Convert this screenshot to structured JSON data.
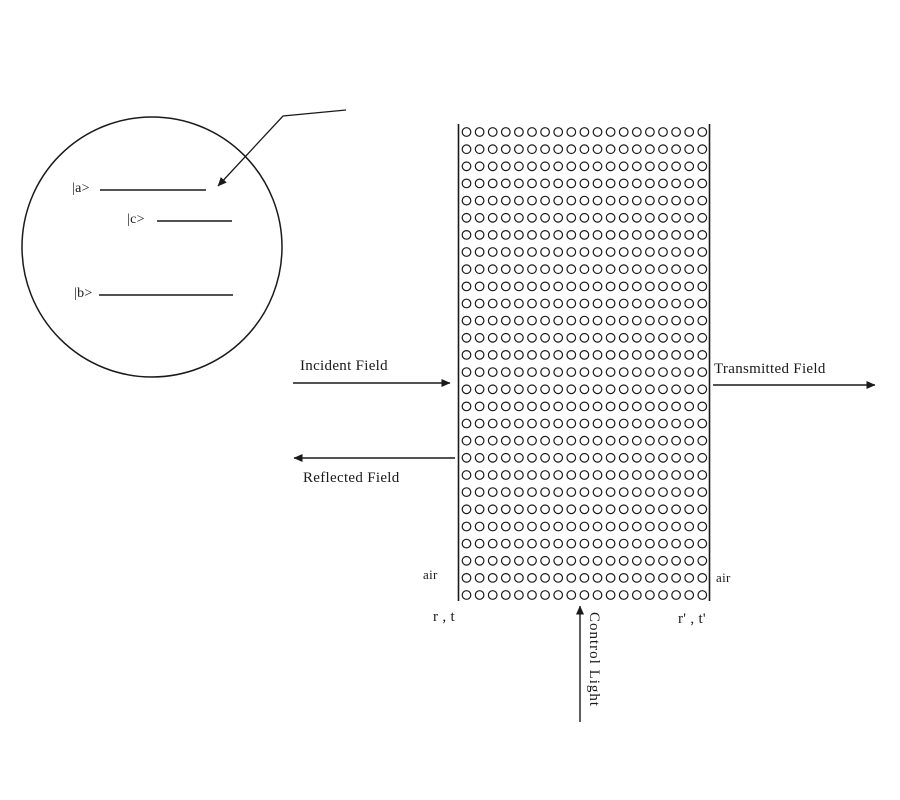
{
  "diagram": {
    "inset": {
      "levels": {
        "a": "|a>",
        "c": "|c>",
        "b": "|b>"
      }
    },
    "labels": {
      "incident": "Incident Field",
      "transmitted": "Transmitted Field",
      "reflected": "Reflected Field",
      "control": "Control Light",
      "air_left": "air",
      "air_right": "air",
      "rt_left": "r , t",
      "rt_right": "r' , t'"
    },
    "lattice": {
      "rows": 28,
      "cols": 19
    },
    "colors": {
      "line": "#1a1a1a",
      "background": "#ffffff"
    }
  }
}
